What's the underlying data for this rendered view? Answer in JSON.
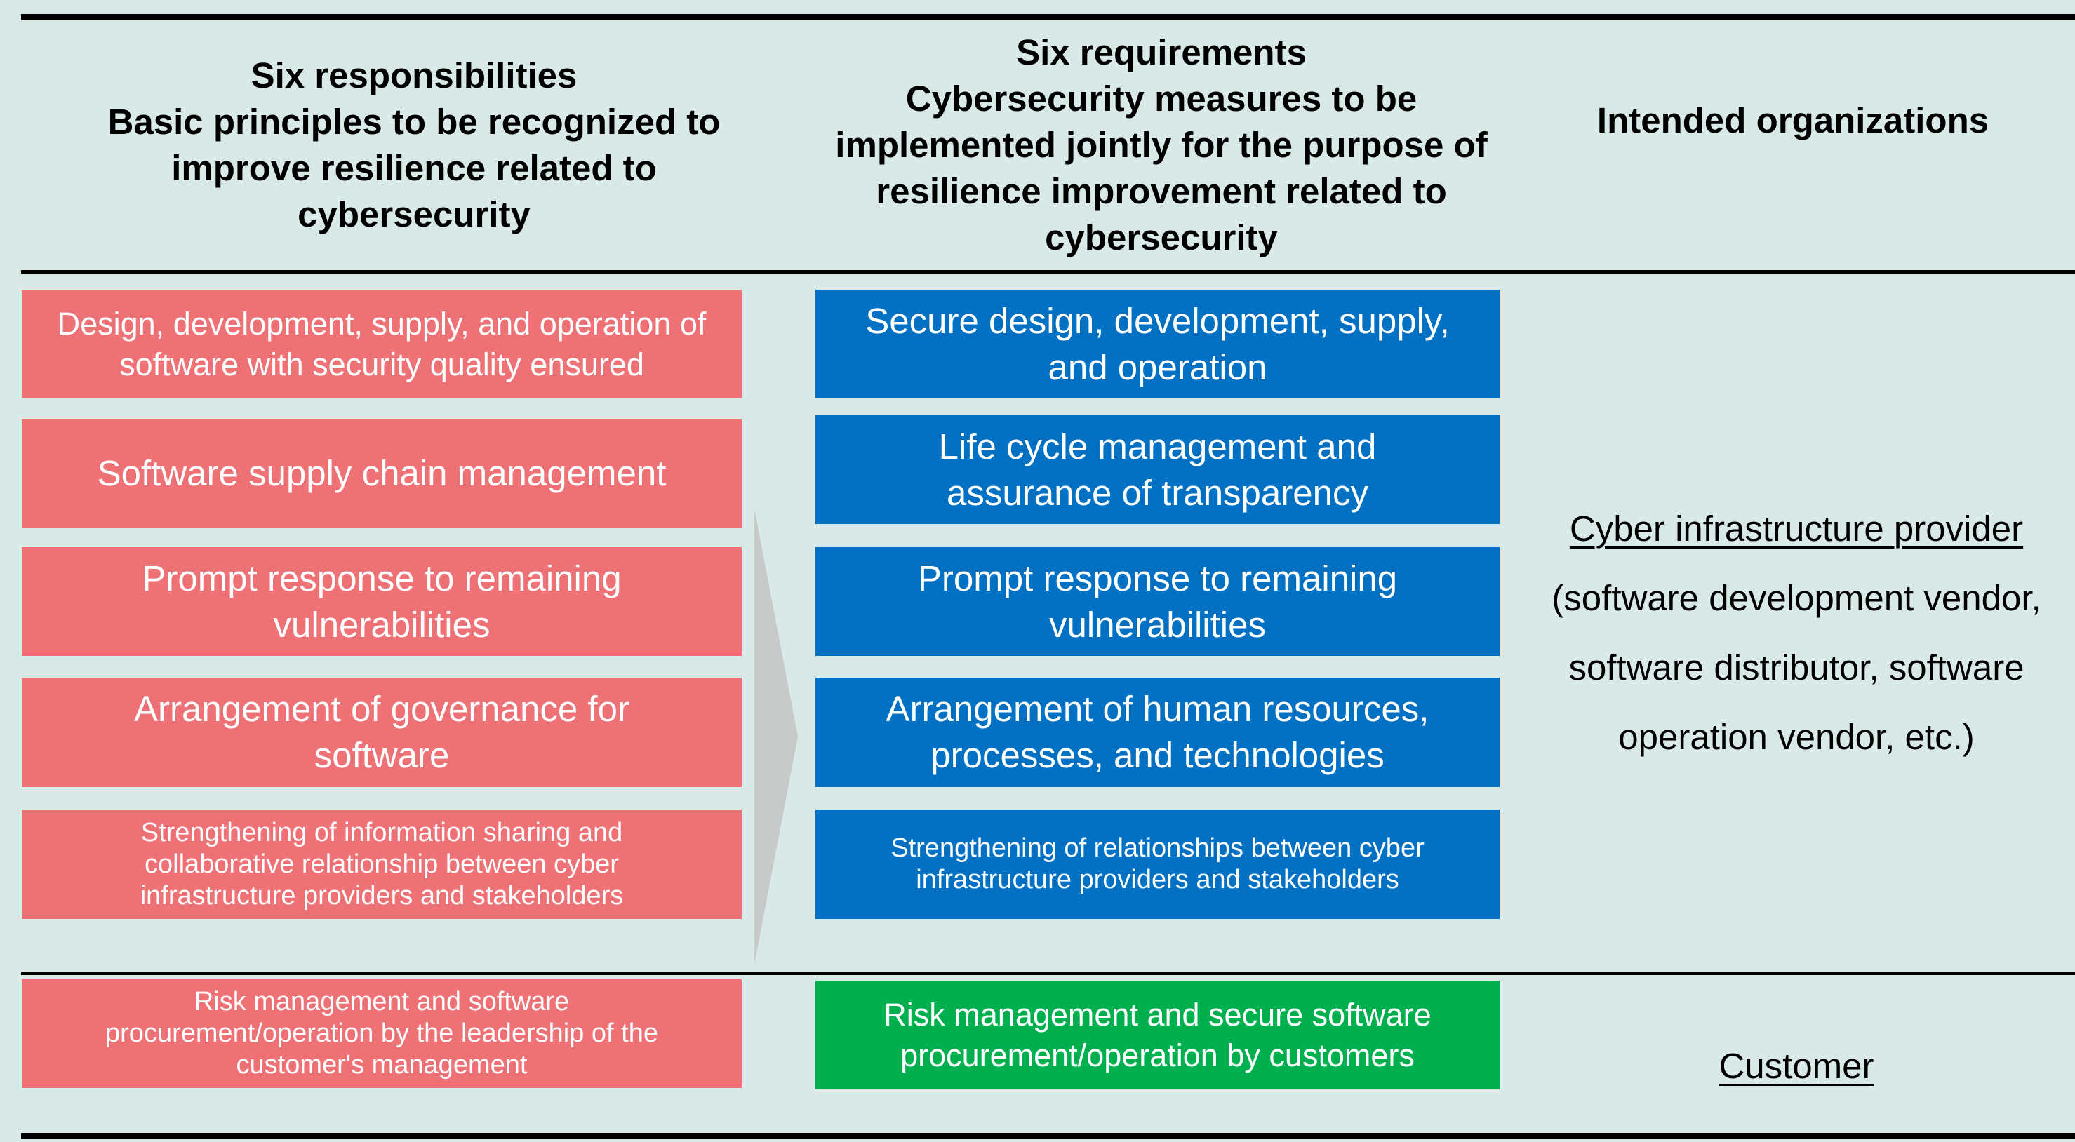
{
  "header": {
    "responsibilities_title": "Six responsibilities",
    "responsibilities_subtitle": "Basic principles to be recognized to improve resilience related to cybersecurity",
    "requirements_title": "Six requirements",
    "requirements_subtitle": "Cybersecurity measures to be implemented jointly for the purpose of resilience improvement related to cybersecurity",
    "organizations_title": "Intended organizations"
  },
  "responsibilities": [
    "Design, development, supply, and operation of software with security quality ensured",
    "Software supply chain management",
    "Prompt response to remaining vulnerabilities",
    "Arrangement of governance for software",
    "Strengthening of information sharing and collaborative relationship between cyber infrastructure providers and stakeholders",
    "Risk management and software procurement/operation by the leadership of the customer's management"
  ],
  "requirements": [
    "Secure design, development, supply, and operation",
    "Life cycle management and assurance of transparency",
    "Prompt response to remaining vulnerabilities",
    "Arrangement of human resources, processes, and technologies",
    "Strengthening of relationships between cyber infrastructure providers and stakeholders",
    "Risk management and secure software procurement/operation by customers"
  ],
  "organizations": {
    "provider_label": "Cyber infrastructure provider",
    "provider_examples": "(software development vendor, software distributor, software operation vendor, etc.)",
    "customer_label": "Customer"
  },
  "colors": {
    "background": "#d8e9e8",
    "responsibility_box": "#ee7176",
    "requirement_box": "#0271c4",
    "customer_requirement_box": "#00b04f",
    "arrow": "#c8c9c9"
  }
}
